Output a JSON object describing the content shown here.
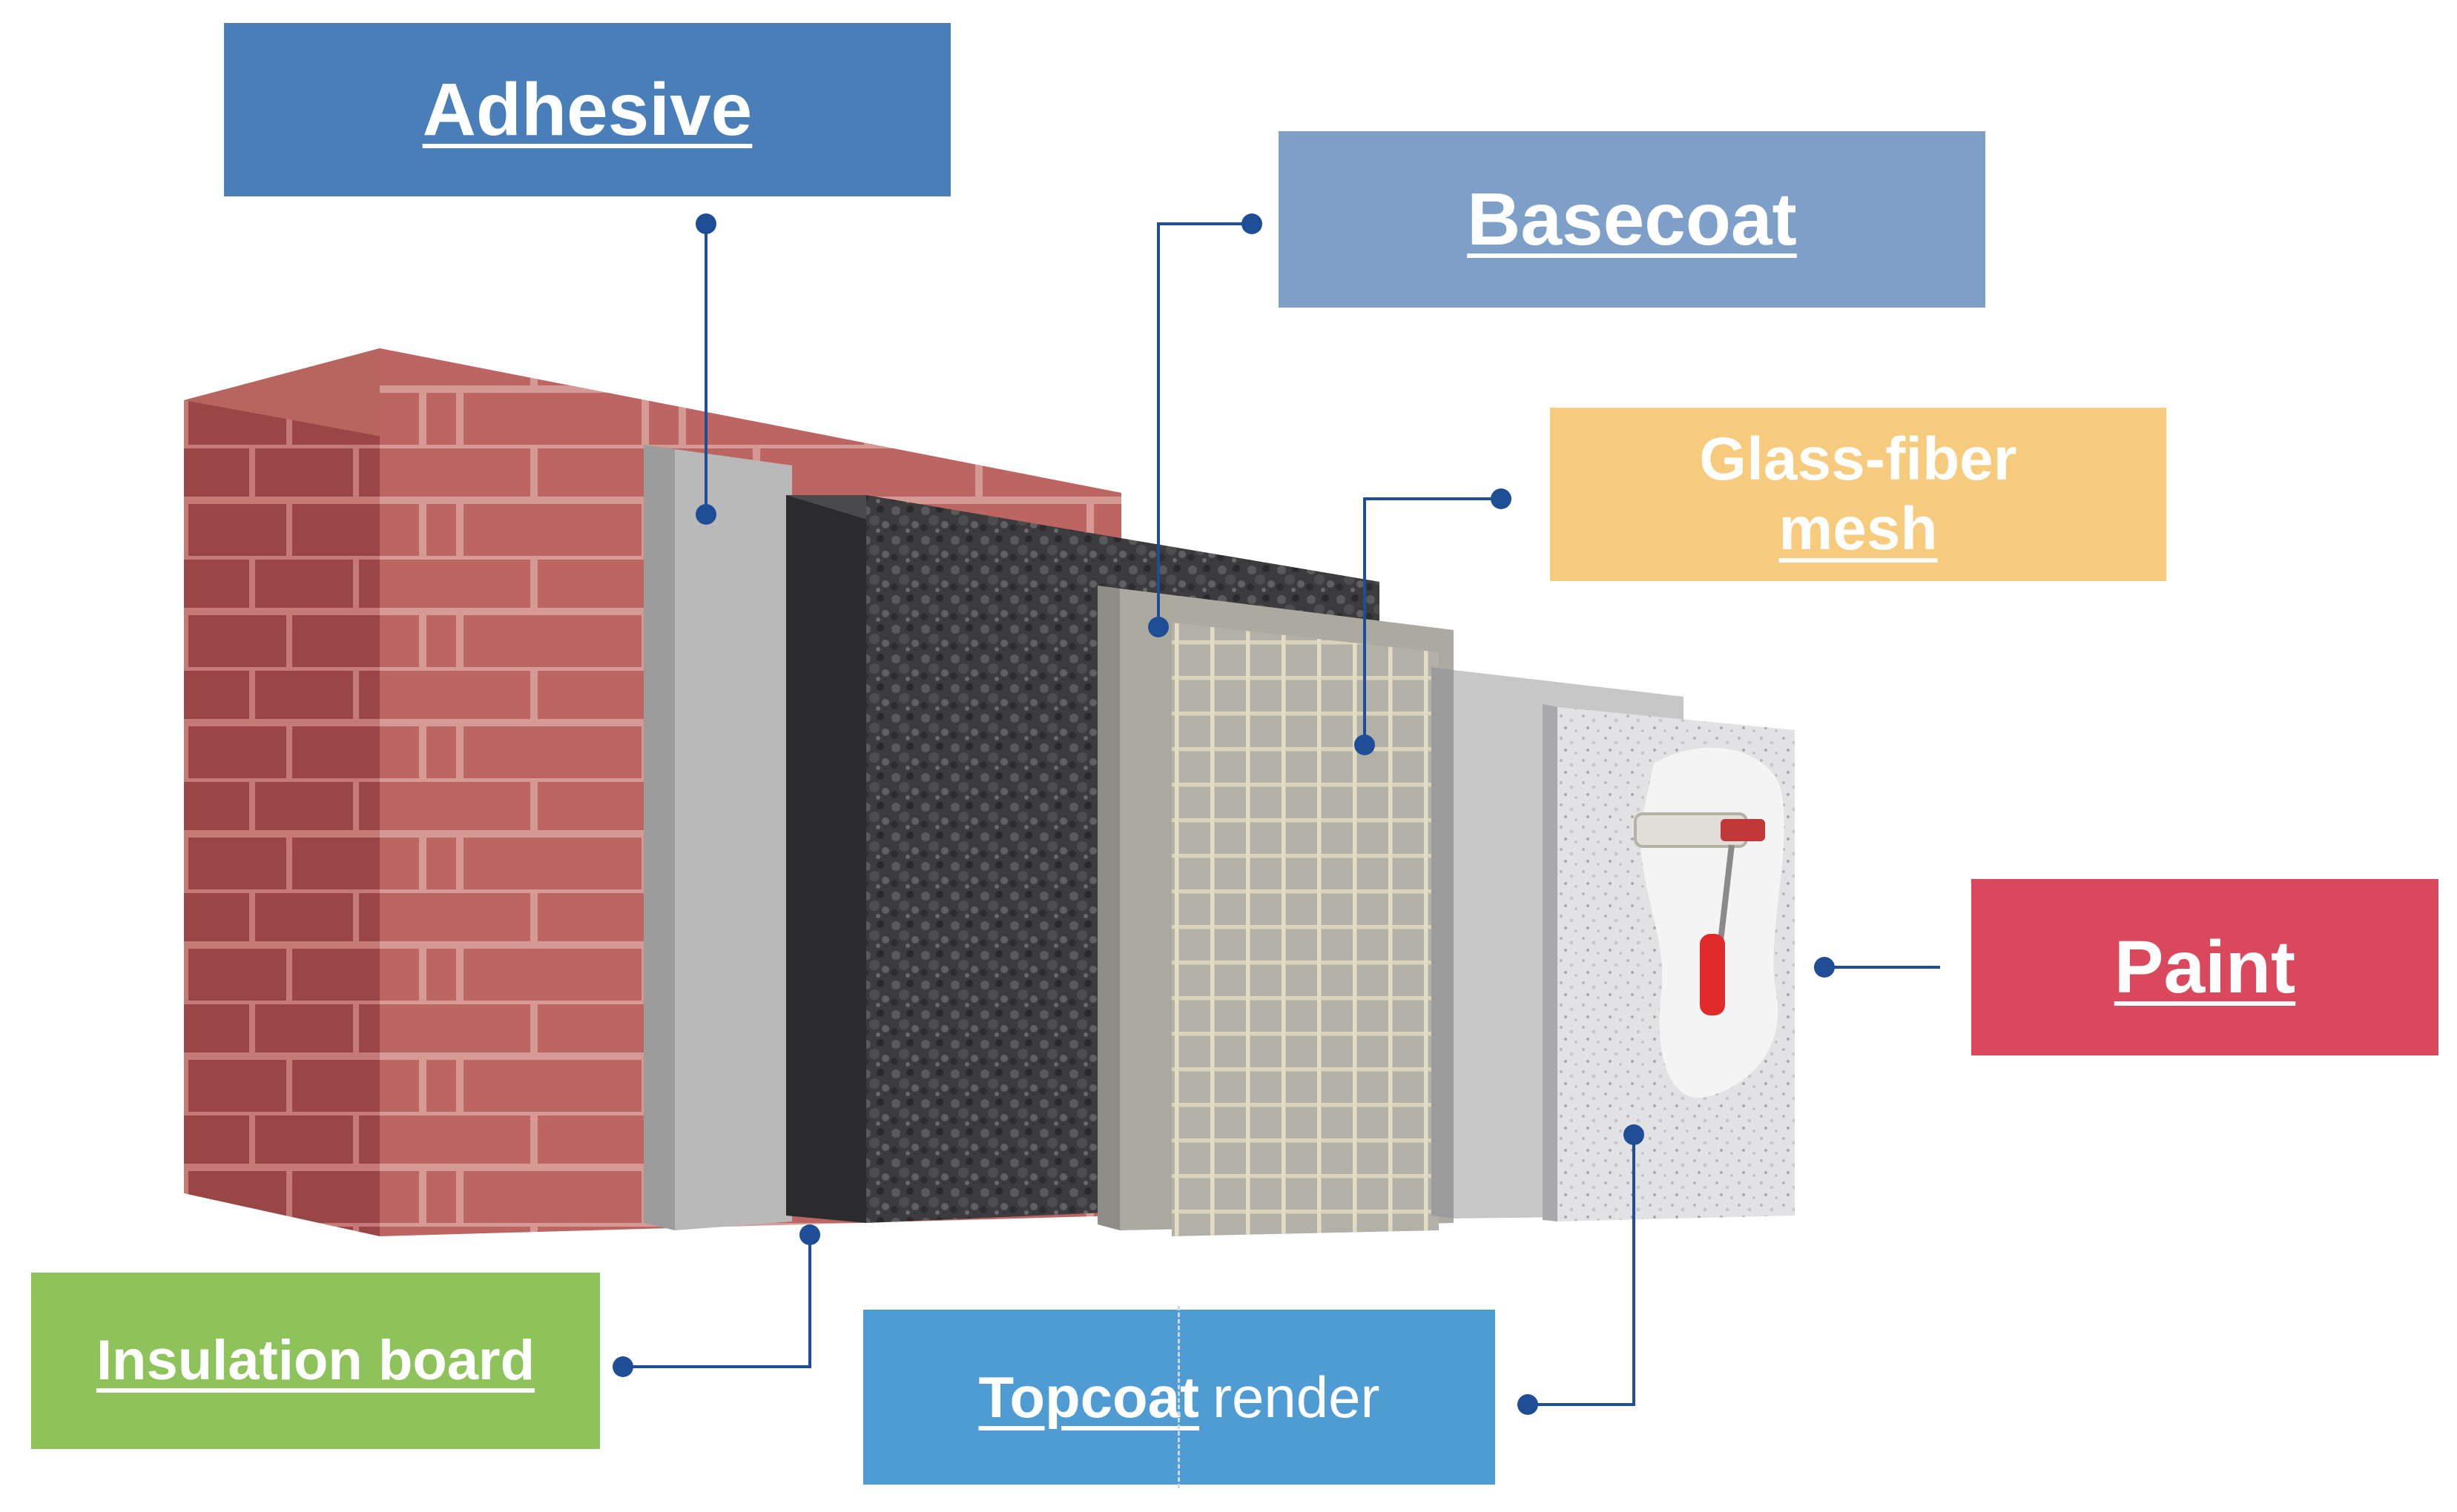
{
  "diagram": {
    "labels": {
      "adhesive": "Adhesive",
      "basecoat": "Basecoat",
      "glass_fiber_line1": "Glass-fiber",
      "glass_fiber_line2": "mesh",
      "paint": "Paint",
      "insulation_board": "Insulation board",
      "topcoat_bold": "Topcoat",
      "topcoat_plain": "render"
    },
    "colors": {
      "adhesive": "#4a7eb8",
      "basecoat": "#7ea0c8",
      "glass_fiber": "#f6cb7d",
      "paint": "#d9485c",
      "insulation_board": "#8ec35b",
      "topcoat": "#4f9bd4",
      "leader_lines": "#1f4e96",
      "brick": "#b8615f",
      "mortar": "#d59a94"
    }
  }
}
